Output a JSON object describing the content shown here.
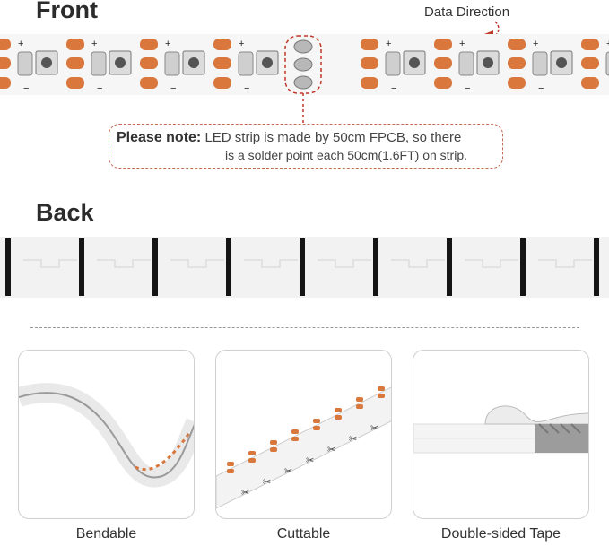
{
  "front": {
    "title": "Front",
    "data_direction_label": "Data Direction",
    "polarity_plus": "+",
    "polarity_minus": "−"
  },
  "note": {
    "label": "Please note:",
    "line1": "LED strip is made by 50cm FPCB, so there",
    "line2": "is a solder point each 50cm(1.6FT) on strip."
  },
  "back": {
    "title": "Back"
  },
  "features": [
    {
      "label": "Bendable",
      "icon": "bendable-strip-photo"
    },
    {
      "label": "Cuttable",
      "icon": "cuttable-strip-photo"
    },
    {
      "label": "Double-sided Tape",
      "icon": "tape-strip-photo"
    }
  ],
  "colors": {
    "pad": "#d9773d",
    "accent_dashed": "#c0392b",
    "strip_bg": "#f4f4f4",
    "back_bar": "#151515"
  }
}
